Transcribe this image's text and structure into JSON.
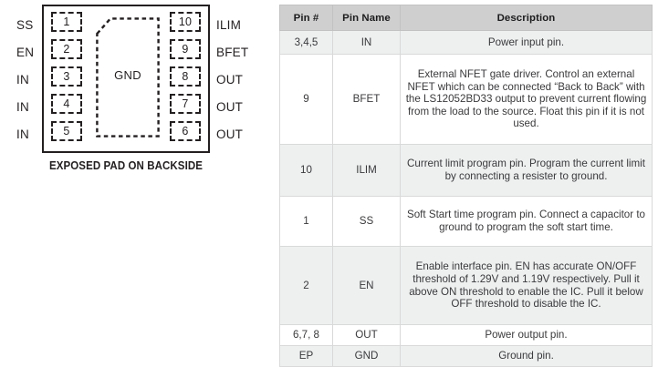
{
  "figure": {
    "caption": "EXPOSED PAD ON BACKSIDE",
    "center_pad_label": "GND",
    "left_pins": [
      {
        "signal": "SS",
        "number": "1"
      },
      {
        "signal": "EN",
        "number": "2"
      },
      {
        "signal": "IN",
        "number": "3"
      },
      {
        "signal": "IN",
        "number": "4"
      },
      {
        "signal": "IN",
        "number": "5"
      }
    ],
    "right_pins": [
      {
        "signal": "ILIM",
        "number": "10"
      },
      {
        "signal": "BFET",
        "number": "9"
      },
      {
        "signal": "OUT",
        "number": "8"
      },
      {
        "signal": "OUT",
        "number": "7"
      },
      {
        "signal": "OUT",
        "number": "6"
      }
    ]
  },
  "table": {
    "headers": [
      "Pin #",
      "Pin Name",
      "Description"
    ],
    "rows": [
      {
        "pin": "3,4,5",
        "name": "IN",
        "description": "Power input pin."
      },
      {
        "pin": "9",
        "name": "BFET",
        "description": "External NFET gate driver. Control an external NFET which can be connected “Back to Back” with the LS12052BD33 output to prevent current flowing from the load to the source. Float this pin if it is not used."
      },
      {
        "pin": "10",
        "name": "ILIM",
        "description": "Current limit program pin. Program the current limit by connecting a resister to ground."
      },
      {
        "pin": "1",
        "name": "SS",
        "description": "Soft Start time program pin. Connect a capacitor to ground to program the soft start time."
      },
      {
        "pin": "2",
        "name": "EN",
        "description": "Enable interface pin. EN has accurate ON/OFF threshold of 1.29V and 1.19V respectively. Pull it above ON threshold to enable the IC. Pull it below OFF threshold to disable the IC."
      },
      {
        "pin": "6,7, 8",
        "name": "OUT",
        "description": "Power output pin."
      },
      {
        "pin": "EP",
        "name": "GND",
        "description": "Ground pin."
      }
    ]
  },
  "colors": {
    "header_background": "#cfcfcf",
    "shaded_row_background": "#eef0f0",
    "plain_row_background": "#ffffff",
    "grid_line": "#d9d9d9",
    "ink": "#231f20"
  }
}
